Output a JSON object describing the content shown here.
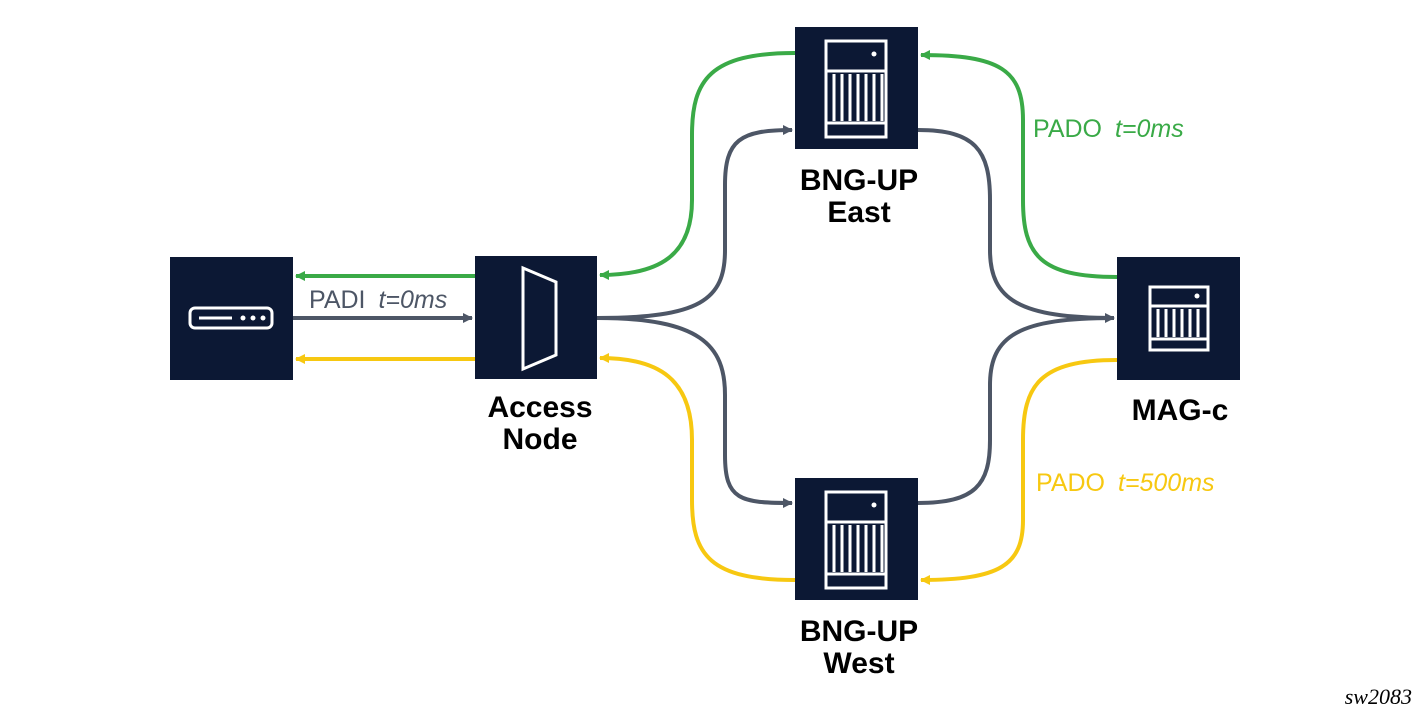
{
  "diagram": {
    "colors": {
      "node_fill": "#0c1834",
      "request": "#4d5666",
      "offer_primary": "#3aaa47",
      "offer_secondary": "#f7c811",
      "label_text": "#000000"
    },
    "nodes": {
      "cpe": {
        "label": "",
        "icon": "cpe-router-icon"
      },
      "access_node": {
        "label_line1": "Access",
        "label_line2": "Node",
        "icon": "access-node-trapezoid-icon"
      },
      "bng_east": {
        "label_line1": "BNG-UP",
        "label_line2": "East",
        "icon": "server-chassis-icon"
      },
      "bng_west": {
        "label_line1": "BNG-UP",
        "label_line2": "West",
        "icon": "server-chassis-icon"
      },
      "mag_c": {
        "label": "MAG-c",
        "icon": "server-chassis-icon"
      }
    },
    "edge_labels": {
      "padi": {
        "name": "PADI",
        "time": "t=0ms"
      },
      "pado_east": {
        "name": "PADO",
        "time": "t=0ms"
      },
      "pado_west": {
        "name": "PADO",
        "time": "t=500ms"
      }
    },
    "edges": [
      {
        "from": "cpe",
        "to": "access_node",
        "type": "request"
      },
      {
        "from": "access_node",
        "to": "cpe",
        "type": "offer_primary"
      },
      {
        "from": "access_node",
        "to": "cpe",
        "type": "offer_secondary"
      },
      {
        "from": "access_node",
        "to": "bng_east",
        "type": "request"
      },
      {
        "from": "access_node",
        "to": "bng_west",
        "type": "request"
      },
      {
        "from": "bng_east",
        "to": "mag_c",
        "type": "request"
      },
      {
        "from": "bng_west",
        "to": "mag_c",
        "type": "request"
      },
      {
        "from": "mag_c",
        "to": "bng_east",
        "type": "offer_primary"
      },
      {
        "from": "mag_c",
        "to": "bng_west",
        "type": "offer_secondary"
      },
      {
        "from": "bng_east",
        "to": "access_node",
        "type": "offer_primary"
      },
      {
        "from": "bng_west",
        "to": "access_node",
        "type": "offer_secondary"
      }
    ],
    "figure_ref": "sw2083"
  }
}
